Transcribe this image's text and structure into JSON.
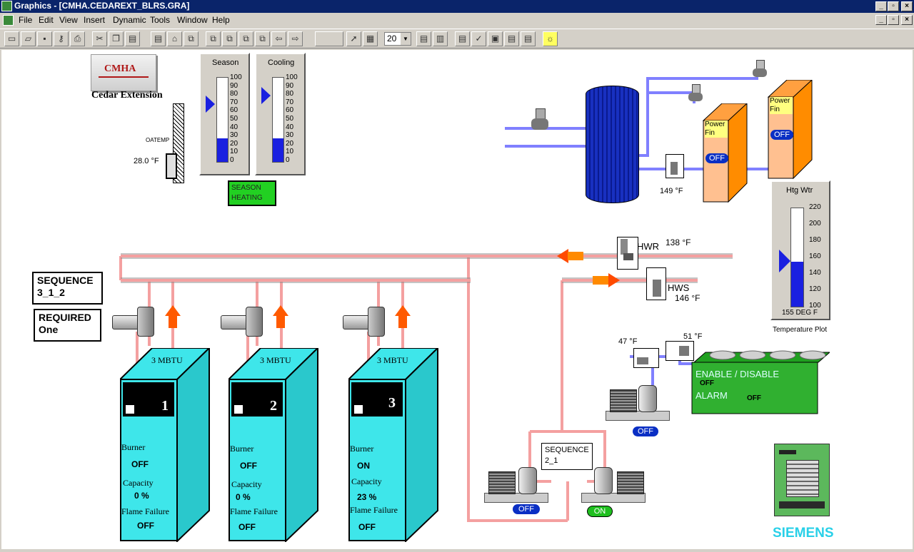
{
  "window": {
    "title": "Graphics - [CMHA.CEDAREXT_BLRS.GRA]"
  },
  "menu": [
    "File",
    "Edit",
    "View",
    "Insert",
    "Dynamic",
    "Tools",
    "Window",
    "Help"
  ],
  "toolbar": {
    "zoom_value": "20"
  },
  "header": {
    "logo_text": "CMHA",
    "site_name": "Cedar Extension"
  },
  "outdoor": {
    "label": "OATEMP",
    "value": "28.0 °F"
  },
  "season_gauge": {
    "title": "Season",
    "ticks": [
      "100",
      "90",
      "80",
      "70",
      "60",
      "50",
      "40",
      "30",
      "20",
      "10",
      "0"
    ],
    "level_percent": 28
  },
  "cooling_gauge": {
    "title": "Cooling",
    "ticks": [
      "100",
      "90",
      "80",
      "70",
      "60",
      "50",
      "40",
      "30",
      "20",
      "10",
      "0"
    ],
    "level_percent": 28
  },
  "season_status": {
    "line1": "SEASON",
    "line2": "HEATING"
  },
  "sequence_boilers": {
    "line1": "SEQUENCE",
    "line2": "3_1_2"
  },
  "required": {
    "line1": "REQUIRED",
    "line2": "One"
  },
  "boilers": [
    {
      "rating": "3 MBTU",
      "number": "1",
      "burner_label": "Burner",
      "burner": "OFF",
      "capacity_label": "Capacity",
      "capacity": "0 %",
      "flame_label": "Flame Failure",
      "flame": "OFF"
    },
    {
      "rating": "3 MBTU",
      "number": "2",
      "burner_label": "Burner",
      "burner": "OFF",
      "capacity_label": "Capacity",
      "capacity": "0 %",
      "flame_label": "Flame Failure",
      "flame": "OFF"
    },
    {
      "rating": "3 MBTU",
      "number": "3",
      "burner_label": "Burner",
      "burner": "ON",
      "capacity_label": "Capacity",
      "capacity": "23 %",
      "flame_label": "Flame Failure",
      "flame": "OFF"
    }
  ],
  "hwr": {
    "label": "HWR",
    "temp": "138 °F"
  },
  "hws": {
    "label": "HWS",
    "temp": "146 °F"
  },
  "tank_temp": "149 °F",
  "power_fin_1": {
    "label": "Power Fin",
    "status": "OFF"
  },
  "power_fin_2": {
    "label": "Power Fin",
    "status": "OFF"
  },
  "htg_wtr": {
    "title": "Htg Wtr",
    "ticks": [
      "220",
      "200",
      "180",
      "160",
      "140",
      "120",
      "100"
    ],
    "value": 155,
    "min": 100,
    "max": 220,
    "readout": "155 DEG F",
    "caption": "Temperature Plot"
  },
  "cooler": {
    "enable_label": "ENABLE / DISABLE",
    "enable_value": "OFF",
    "alarm_label": "ALARM",
    "alarm_value": "OFF"
  },
  "cooler_temps": {
    "left": "47 °F",
    "right": "51 °F"
  },
  "pump_cooler": {
    "status": "OFF"
  },
  "sequence_pumps": {
    "line1": "SEQUENCE",
    "line2": "2_1"
  },
  "pump_left": {
    "status": "OFF"
  },
  "pump_right": {
    "status": "ON"
  },
  "brand": "SIEMENS",
  "colors": {
    "boiler": "#3ee6ea",
    "pipe_hot": "#f4a0a0",
    "pipe_cold": "#8080ff",
    "tank": "#1830c0",
    "powerfin": "#ff8c00",
    "cooler": "#30b030",
    "badge_off": "#0a2fc4",
    "badge_on": "#1fbf1f",
    "brand": "#29d0e8"
  }
}
